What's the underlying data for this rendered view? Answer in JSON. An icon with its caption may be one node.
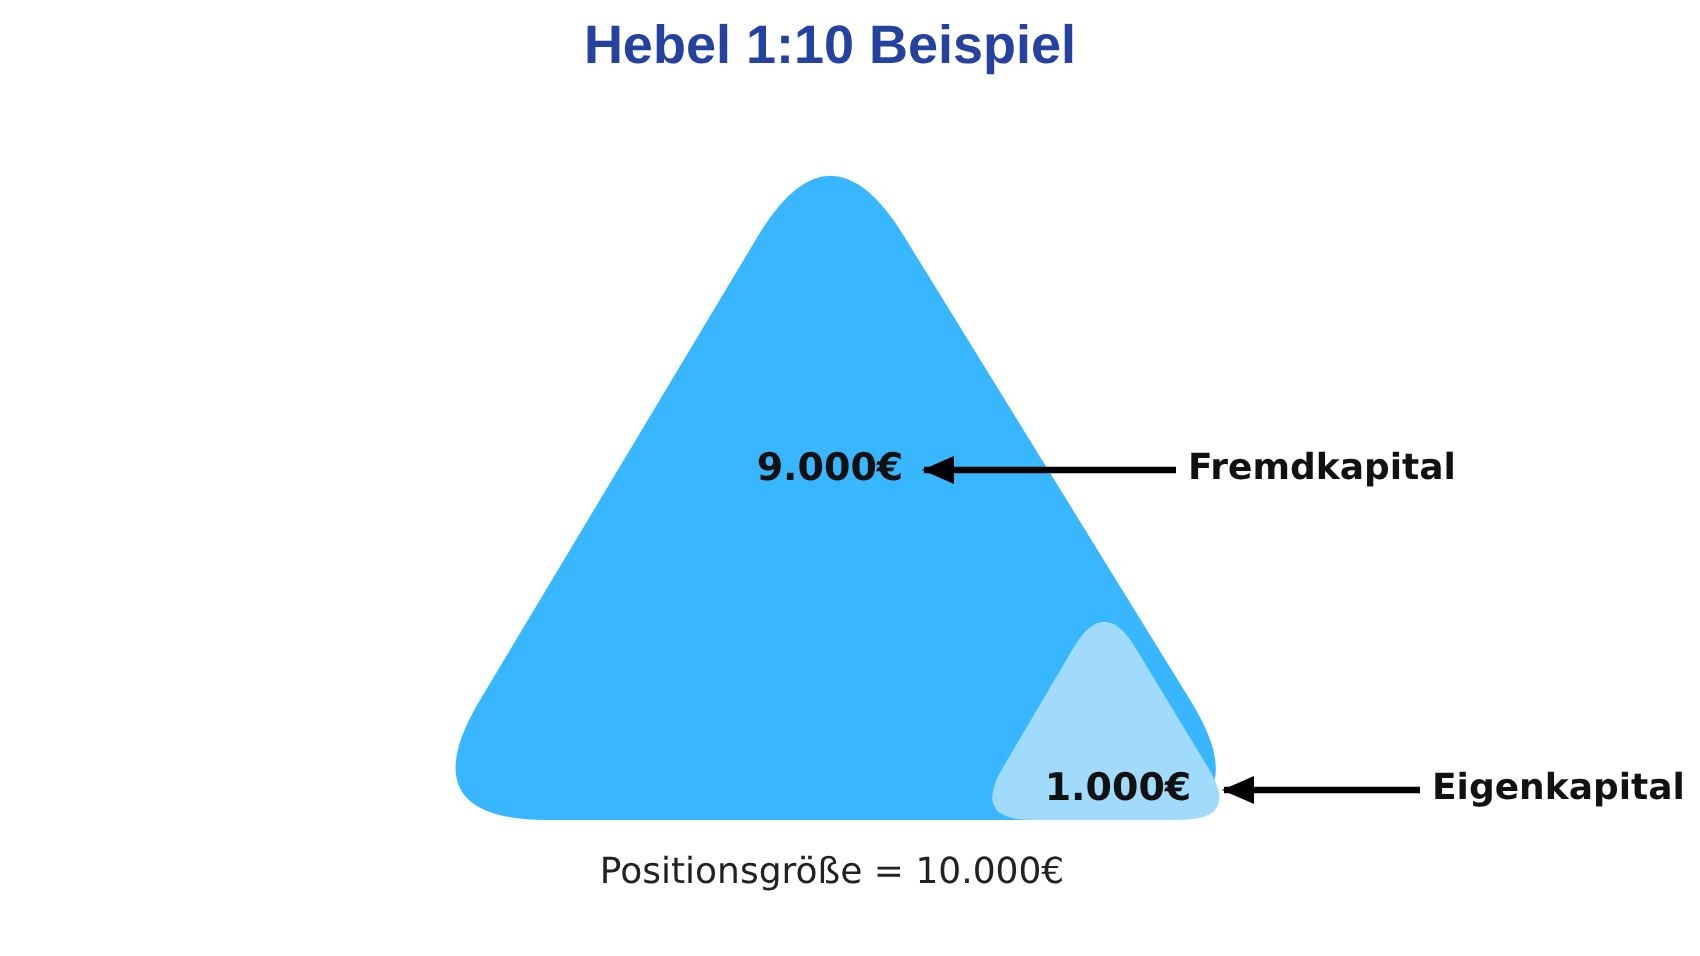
{
  "diagram": {
    "title": "Hebel 1:10 Beispiel",
    "nodes": [
      {
        "text": [
          "9.000€"
        ]
      },
      {
        "text": [
          "1.000€"
        ],
        "in": 0
      },
      {
        "text": [
          "Fremdkapital"
        ]
      },
      {
        "text": [
          "Eigenkapital"
        ]
      }
    ],
    "edges": [
      {
        "from": 2,
        "to": 0,
        "arrow": "to"
      },
      {
        "from": 3,
        "to": 1,
        "arrow": "to"
      }
    ],
    "labels": [
      "Positionsgröße = 10.000€"
    ]
  }
}
